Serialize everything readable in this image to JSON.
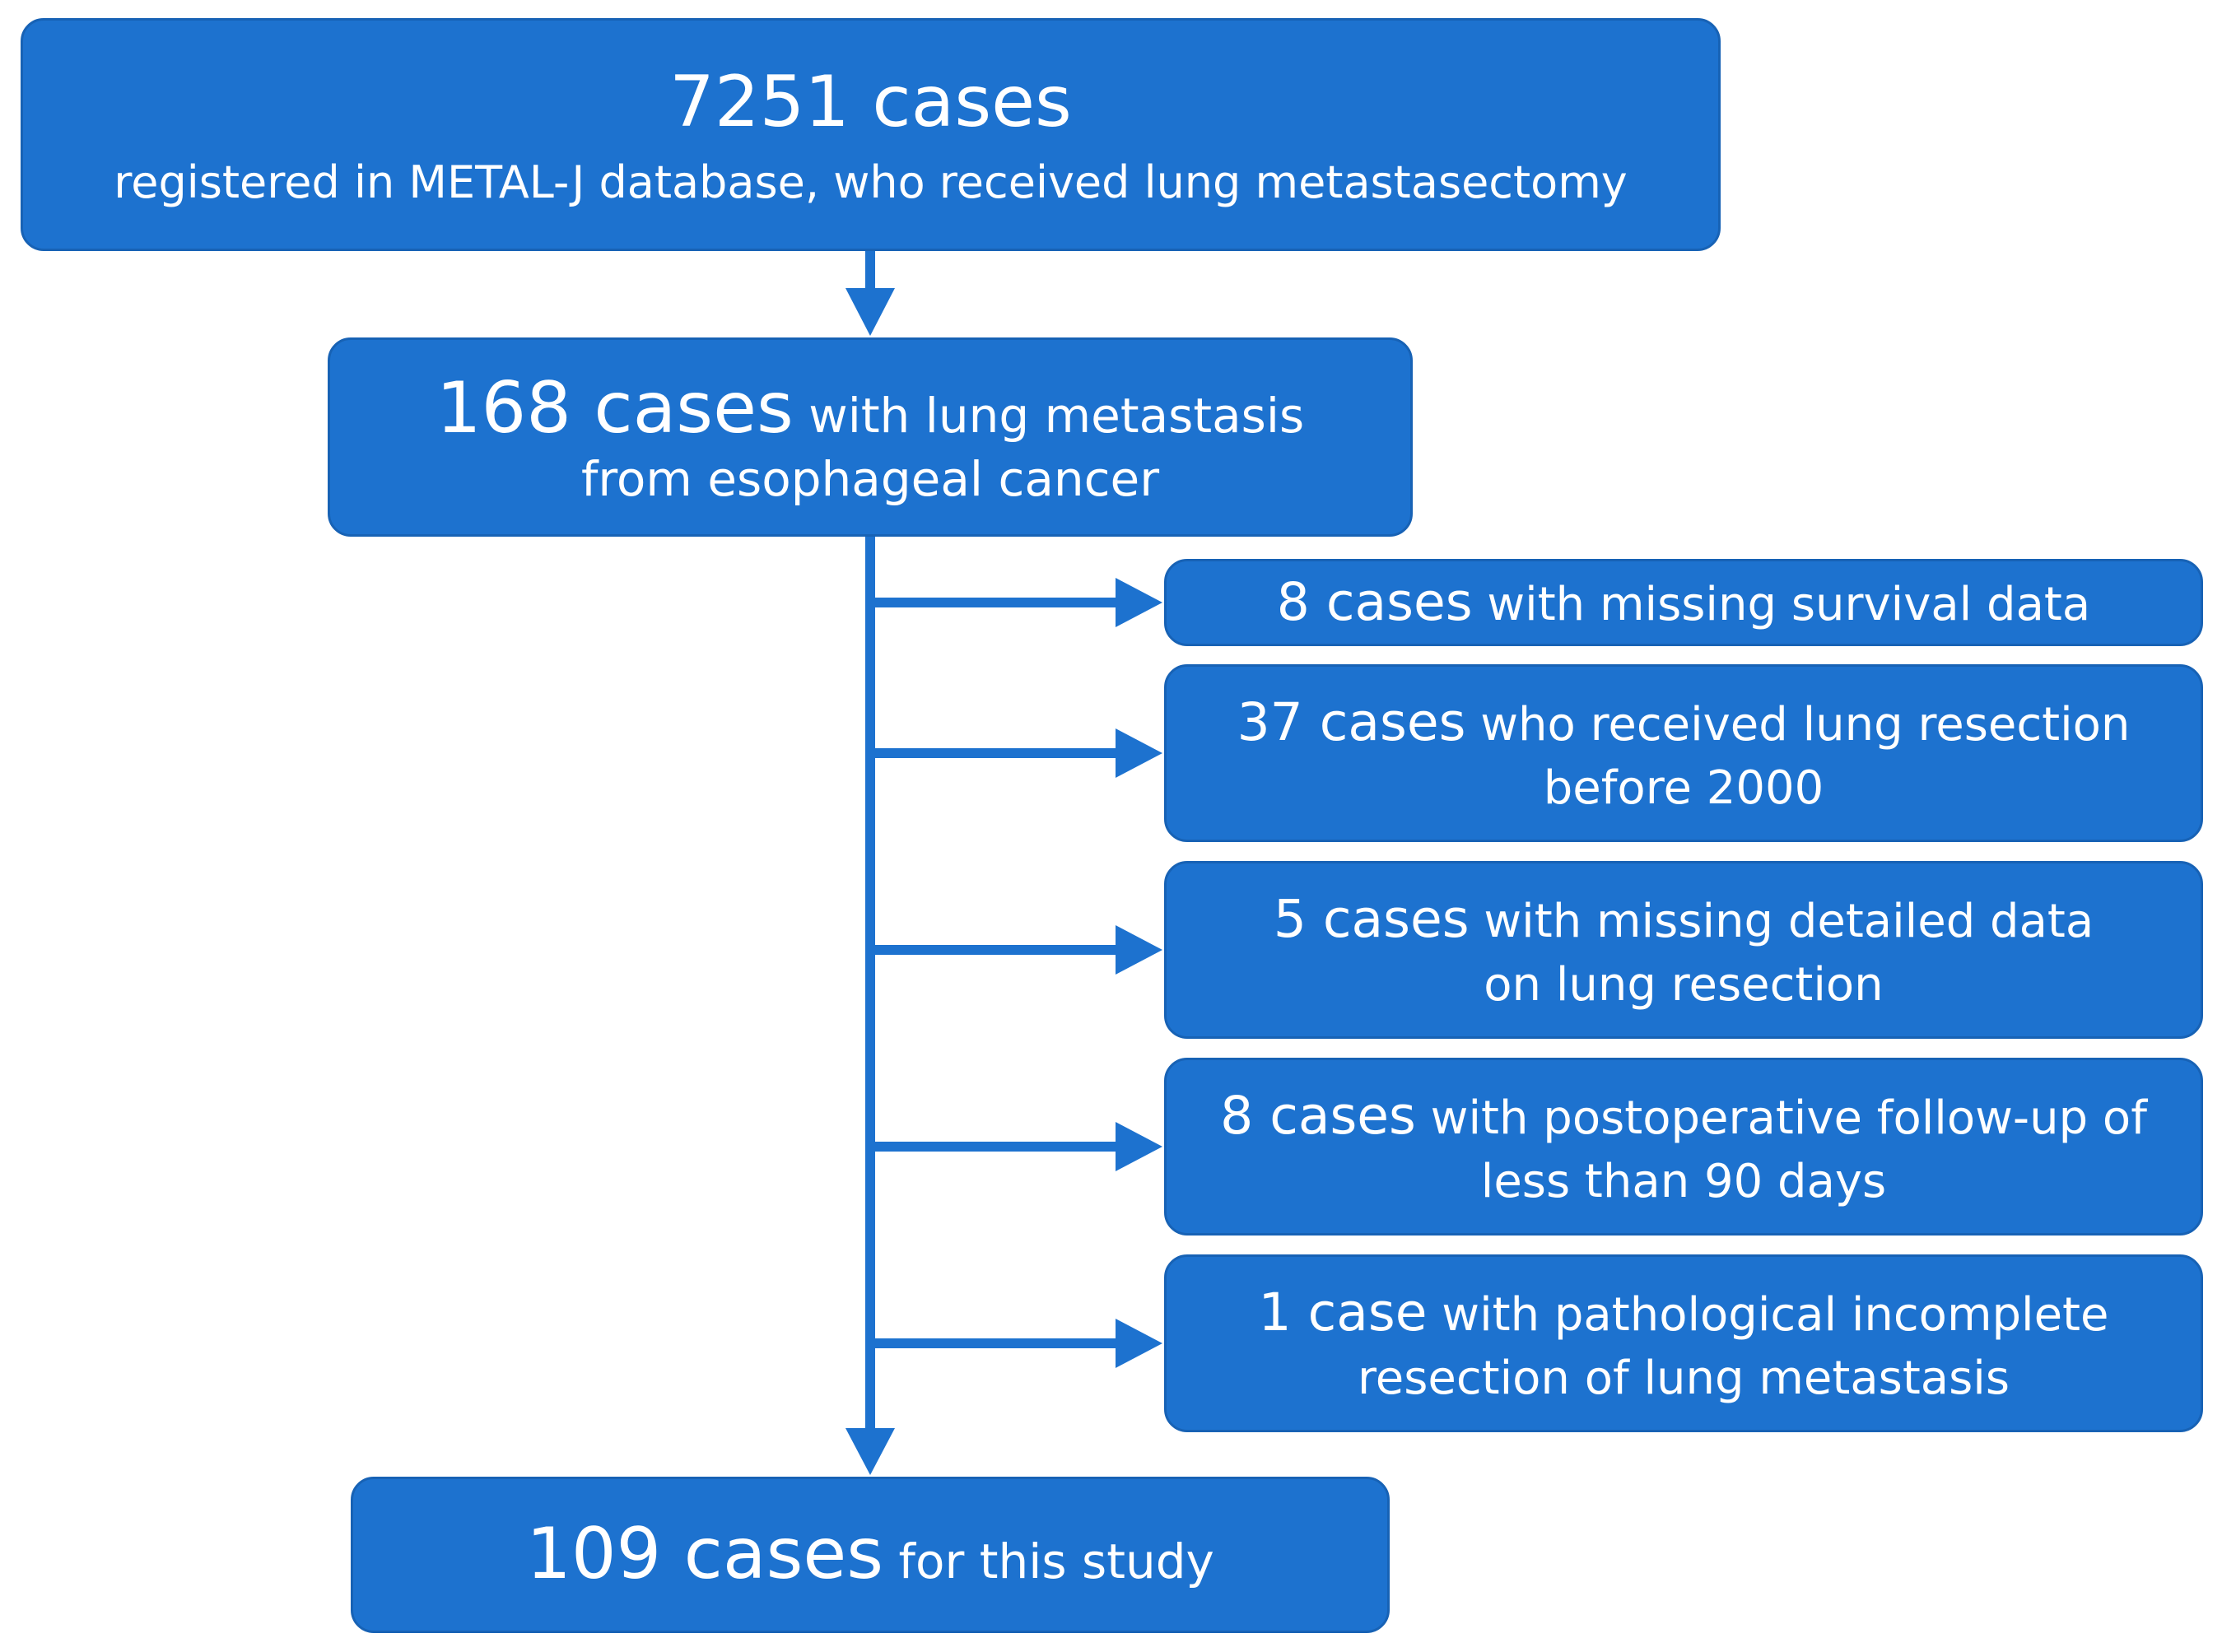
{
  "colors": {
    "box_fill": "#1d72cf",
    "box_border": "#1762b5",
    "arrow": "#1d72cf",
    "text": "#ffffff"
  },
  "boxes": {
    "total": {
      "count": "7251 cases",
      "desc": "registered in METAL-J database, who received lung metastasectomy"
    },
    "esophageal": {
      "count": "168 cases",
      "desc_line1": " with lung metastasis",
      "desc_line2": "from esophageal cancer"
    },
    "final": {
      "count": "109 cases",
      "desc": " for this study"
    }
  },
  "exclusions": [
    {
      "count": "8 cases",
      "line1": " with missing survival data",
      "line2": ""
    },
    {
      "count": "37 cases",
      "line1": " who received lung resection",
      "line2": "before 2000"
    },
    {
      "count": "5 cases",
      "line1": " with missing detailed data",
      "line2": "on lung resection"
    },
    {
      "count": "8 cases",
      "line1": " with postoperative follow-up of",
      "line2": "less than 90 days"
    },
    {
      "count": "1 case",
      "line1": " with pathological incomplete",
      "line2": "resection of lung metastasis"
    }
  ]
}
